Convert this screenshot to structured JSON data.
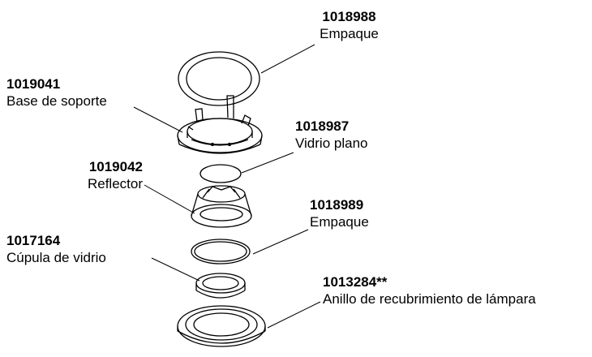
{
  "parts": [
    {
      "id": "gasket-top",
      "number": "1018988",
      "name": "Empaque"
    },
    {
      "id": "support-base",
      "number": "1019041",
      "name": "Base de soporte"
    },
    {
      "id": "flat-glass",
      "number": "1018987",
      "name": "Vidrio plano"
    },
    {
      "id": "reflector",
      "number": "1019042",
      "name": "Reflector"
    },
    {
      "id": "gasket-mid",
      "number": "1018989",
      "name": "Empaque"
    },
    {
      "id": "glass-dome",
      "number": "1017164",
      "name": "Cúpula de vidrio"
    },
    {
      "id": "trim-ring",
      "number": "1013284**",
      "name": "Anillo de recubrimiento de lámpara"
    }
  ]
}
